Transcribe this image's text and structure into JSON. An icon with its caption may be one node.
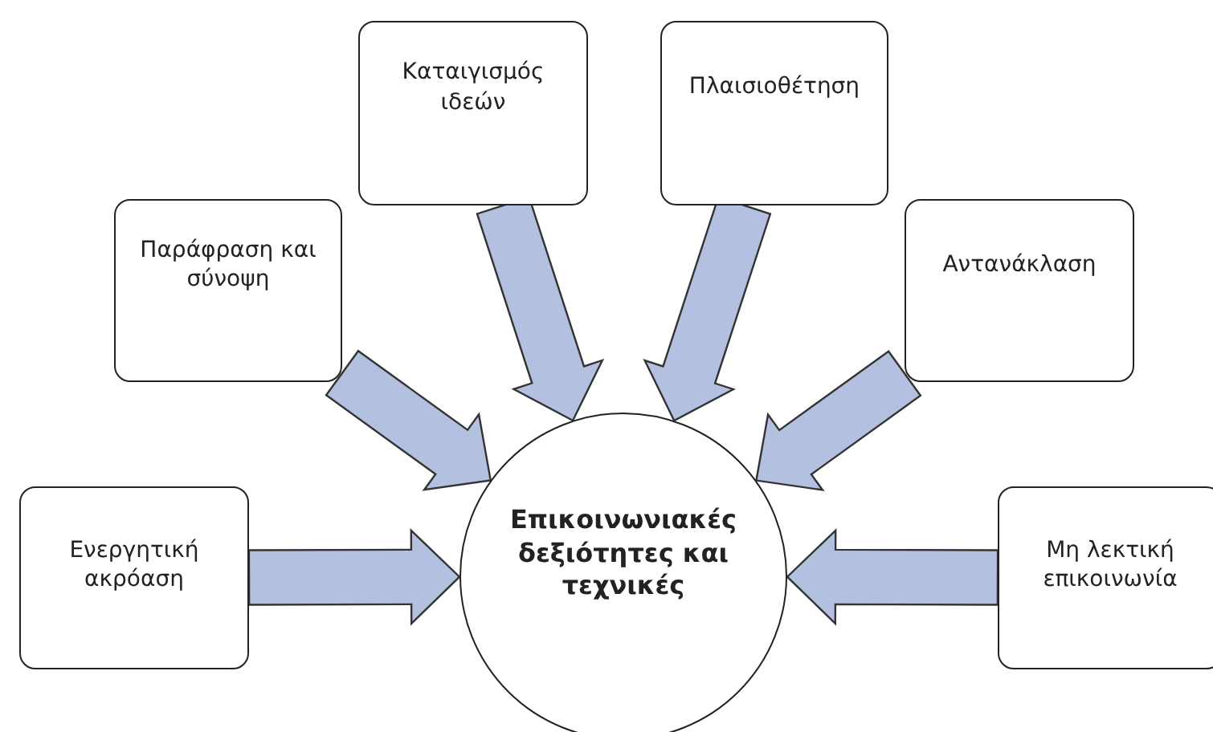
{
  "diagram": {
    "nodes": [
      {
        "text": [
          "Καταιγισμός ιδεών"
        ]
      },
      {
        "text": [
          "Πλαισιοθέτηση"
        ]
      },
      {
        "text": [
          "Παράφραση και σύνοψη"
        ]
      },
      {
        "text": [
          "Αντανάκλαση"
        ]
      },
      {
        "text": [
          "Ενεργητική ακρόαση"
        ]
      },
      {
        "text": [
          "Επικοινωνιακές δεξιότητες και τεχνικές"
        ]
      },
      {
        "text": [
          "Μη λεκτική επικοινωνία"
        ]
      }
    ],
    "edges": [
      {
        "from": 0,
        "to": 5,
        "arrow": "to"
      },
      {
        "from": 1,
        "to": 5,
        "arrow": "to"
      },
      {
        "from": 2,
        "to": 5,
        "arrow": "to"
      },
      {
        "from": 3,
        "to": 5,
        "arrow": "to"
      },
      {
        "from": 4,
        "to": 5,
        "arrow": "to"
      },
      {
        "from": 6,
        "to": 5,
        "arrow": "to"
      }
    ]
  }
}
